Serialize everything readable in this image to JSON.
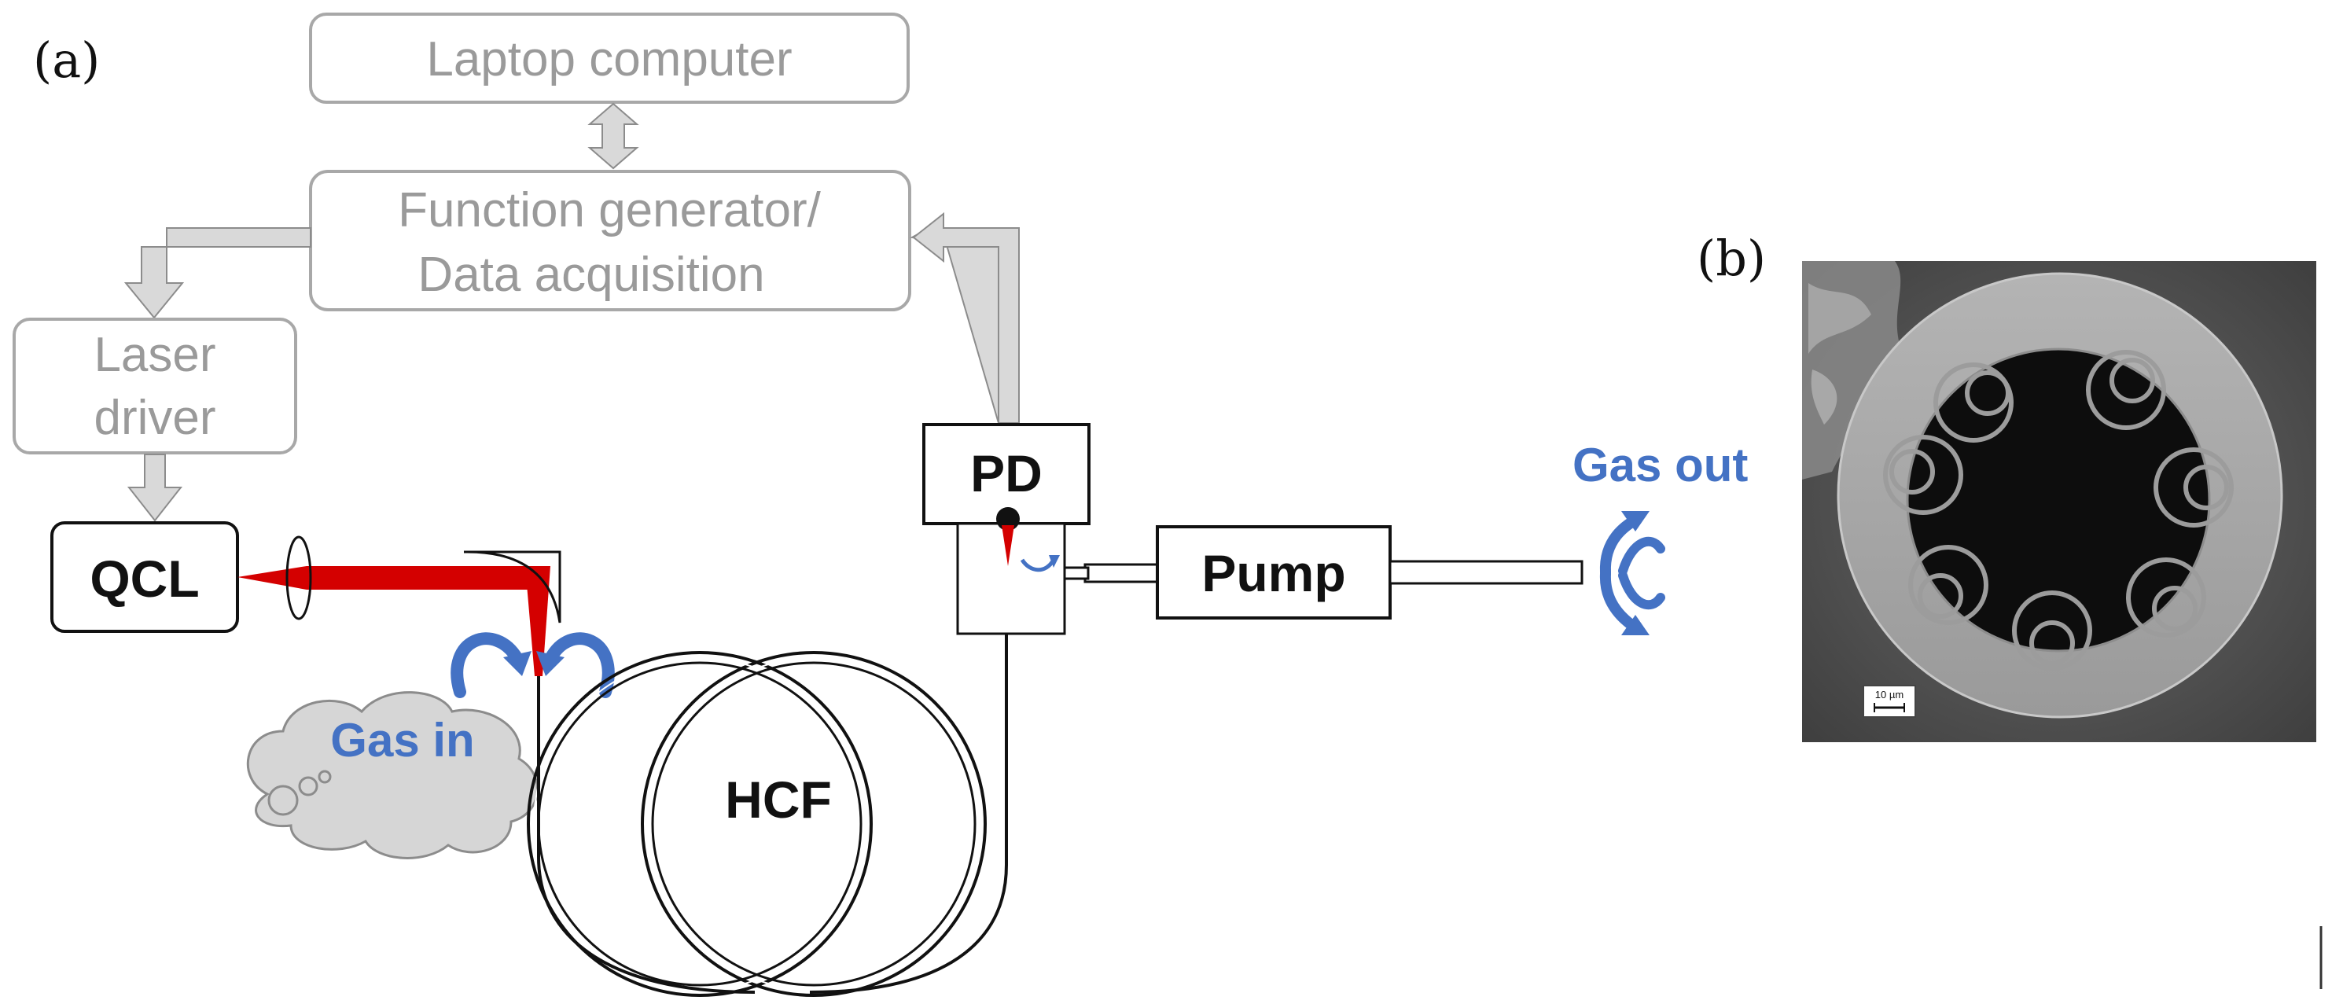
{
  "panels": {
    "a": "(a)",
    "b": "(b)"
  },
  "boxes": {
    "laptop": "Laptop computer",
    "function_generator_line1": "Function generator/",
    "function_generator_line2": "Data acquisition",
    "laser_driver_line1": "Laser",
    "laser_driver_line2": "driver",
    "qcl": "QCL",
    "pd": "PD",
    "pump": "Pump"
  },
  "fiber": {
    "label": "HCF"
  },
  "gas": {
    "in": "Gas in",
    "out": "Gas out"
  },
  "micrograph": {
    "scale_bar": "10 µm"
  },
  "colors": {
    "gray_box_stroke": "#a8a8a8",
    "gray_text": "#9a9a9a",
    "arrow_fill": "#d9d9d9",
    "beam_red": "#d40000",
    "gas_blue": "#4472c4",
    "cloud_fill": "#d6d6d6"
  }
}
